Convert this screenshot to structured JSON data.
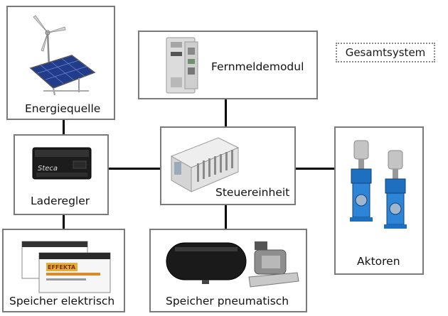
{
  "legend": {
    "label": "Gesamtsystem"
  },
  "nodes": {
    "energiequelle": {
      "label": "Energiequelle"
    },
    "fernmeldemodul": {
      "label": "Fernmeldemodul"
    },
    "laderegler": {
      "label": "Laderegler",
      "device_brand": "Steca"
    },
    "steuereinheit": {
      "label": "Steuereinheit"
    },
    "aktoren": {
      "label": "Aktoren"
    },
    "speicher_elektrisch": {
      "label": "Speicher elektrisch",
      "battery_brand": "EFFEKTA"
    },
    "speicher_pneumatisch": {
      "label": "Speicher pneumatisch"
    }
  },
  "edges": [
    {
      "from": "energiequelle",
      "to": "laderegler"
    },
    {
      "from": "laderegler",
      "to": "steuereinheit"
    },
    {
      "from": "fernmeldemodul",
      "to": "steuereinheit"
    },
    {
      "from": "steuereinheit",
      "to": "aktoren"
    },
    {
      "from": "laderegler",
      "to": "speicher_elektrisch"
    },
    {
      "from": "steuereinheit",
      "to": "speicher_pneumatisch"
    }
  ]
}
